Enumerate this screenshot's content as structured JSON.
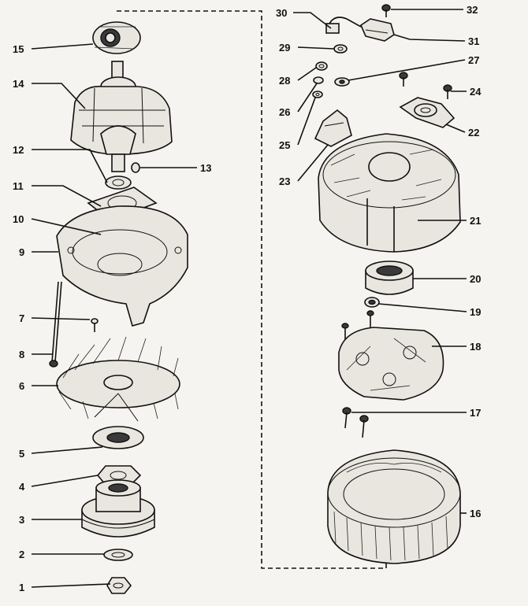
{
  "labels": [
    {
      "id": "1",
      "text": "1"
    },
    {
      "id": "2",
      "text": "2"
    },
    {
      "id": "3",
      "text": "3"
    },
    {
      "id": "4",
      "text": "4"
    },
    {
      "id": "5",
      "text": "5"
    },
    {
      "id": "6",
      "text": "6"
    },
    {
      "id": "7",
      "text": "7"
    },
    {
      "id": "8",
      "text": "8"
    },
    {
      "id": "9",
      "text": "9"
    },
    {
      "id": "10",
      "text": "10"
    },
    {
      "id": "11",
      "text": "11"
    },
    {
      "id": "12",
      "text": "12"
    },
    {
      "id": "13",
      "text": "13"
    },
    {
      "id": "14",
      "text": "14"
    },
    {
      "id": "15",
      "text": "15"
    },
    {
      "id": "16",
      "text": "16"
    },
    {
      "id": "17",
      "text": "17"
    },
    {
      "id": "18",
      "text": "18"
    },
    {
      "id": "19",
      "text": "19"
    },
    {
      "id": "20",
      "text": "20"
    },
    {
      "id": "21",
      "text": "21"
    },
    {
      "id": "22",
      "text": "22"
    },
    {
      "id": "23",
      "text": "23"
    },
    {
      "id": "24",
      "text": "24"
    },
    {
      "id": "25",
      "text": "25"
    },
    {
      "id": "26",
      "text": "26"
    },
    {
      "id": "27",
      "text": "27"
    },
    {
      "id": "28",
      "text": "28"
    },
    {
      "id": "29",
      "text": "29"
    },
    {
      "id": "30",
      "text": "30"
    },
    {
      "id": "31",
      "text": "31"
    },
    {
      "id": "32",
      "text": "32"
    }
  ]
}
